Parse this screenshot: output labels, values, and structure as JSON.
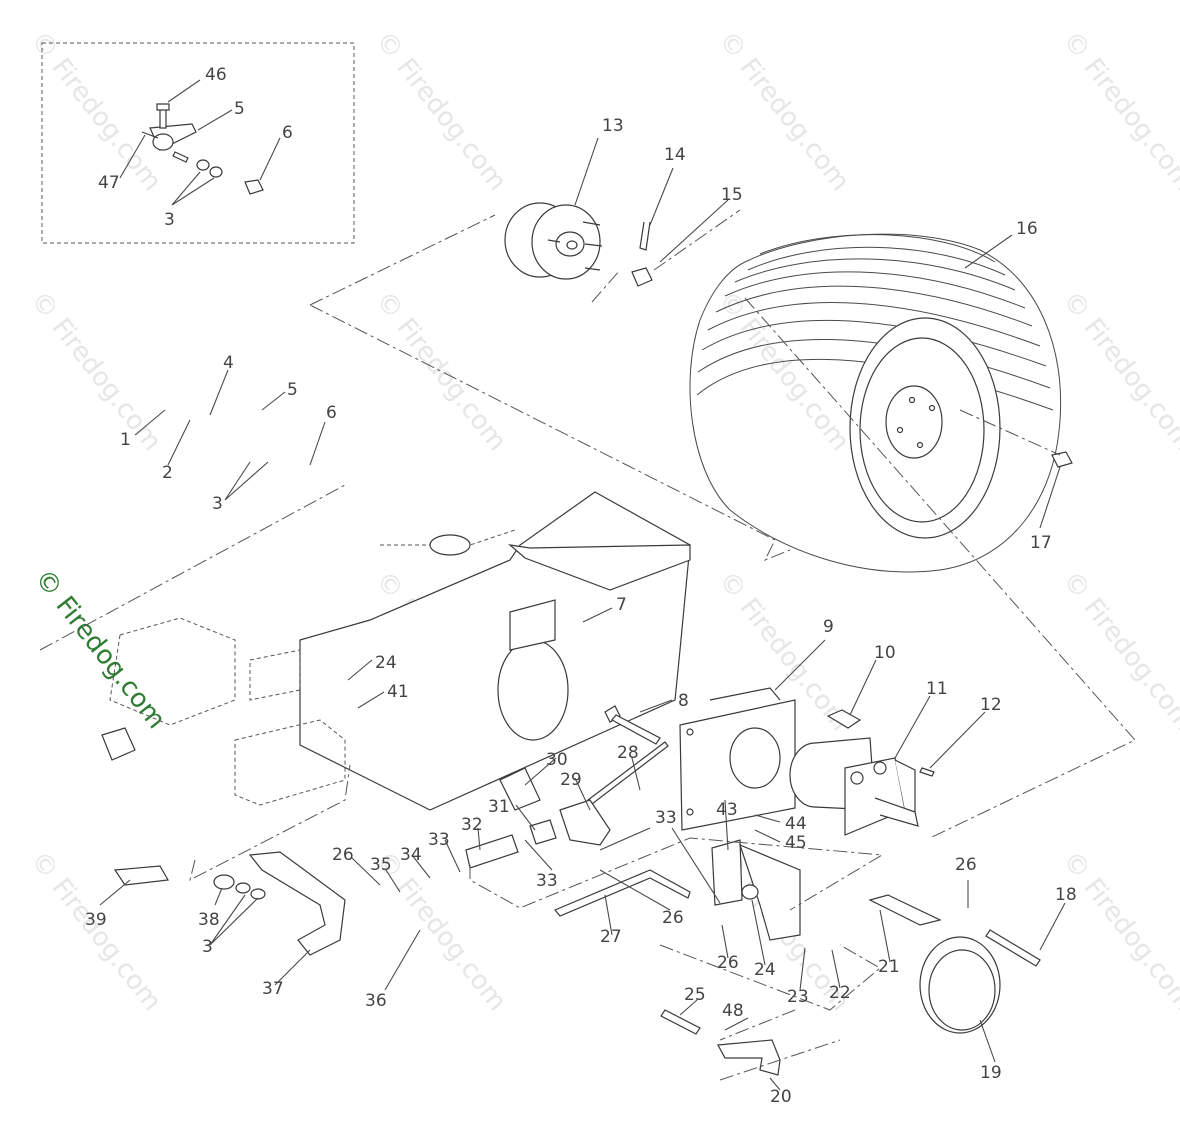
{
  "watermark": {
    "text": "© Firedog.com",
    "color": "#2e7d32"
  },
  "callouts": {
    "c1": "1",
    "c2": "2",
    "c3a": "3",
    "c3b": "3",
    "c3c": "3",
    "c4": "4",
    "c5a": "5",
    "c5b": "5",
    "c6a": "6",
    "c6b": "6",
    "c7": "7",
    "c8": "8",
    "c9": "9",
    "c10": "10",
    "c11": "11",
    "c12": "12",
    "c13": "13",
    "c14": "14",
    "c15": "15",
    "c16": "16",
    "c17": "17",
    "c18": "18",
    "c19": "19",
    "c20": "20",
    "c21": "21",
    "c22": "22",
    "c23": "23",
    "c24a": "24",
    "c24b": "24",
    "c25": "25",
    "c26a": "26",
    "c26b": "26",
    "c26c": "26",
    "c26d": "26",
    "c27": "27",
    "c28": "28",
    "c29": "29",
    "c30": "30",
    "c31": "31",
    "c32": "32",
    "c33a": "33",
    "c33b": "33",
    "c33c": "33",
    "c34": "34",
    "c35": "35",
    "c36": "36",
    "c37": "37",
    "c38": "38",
    "c39": "39",
    "c41": "41",
    "c43": "43",
    "c44": "44",
    "c45": "45",
    "c46": "46",
    "c47": "47",
    "c48": "48"
  }
}
